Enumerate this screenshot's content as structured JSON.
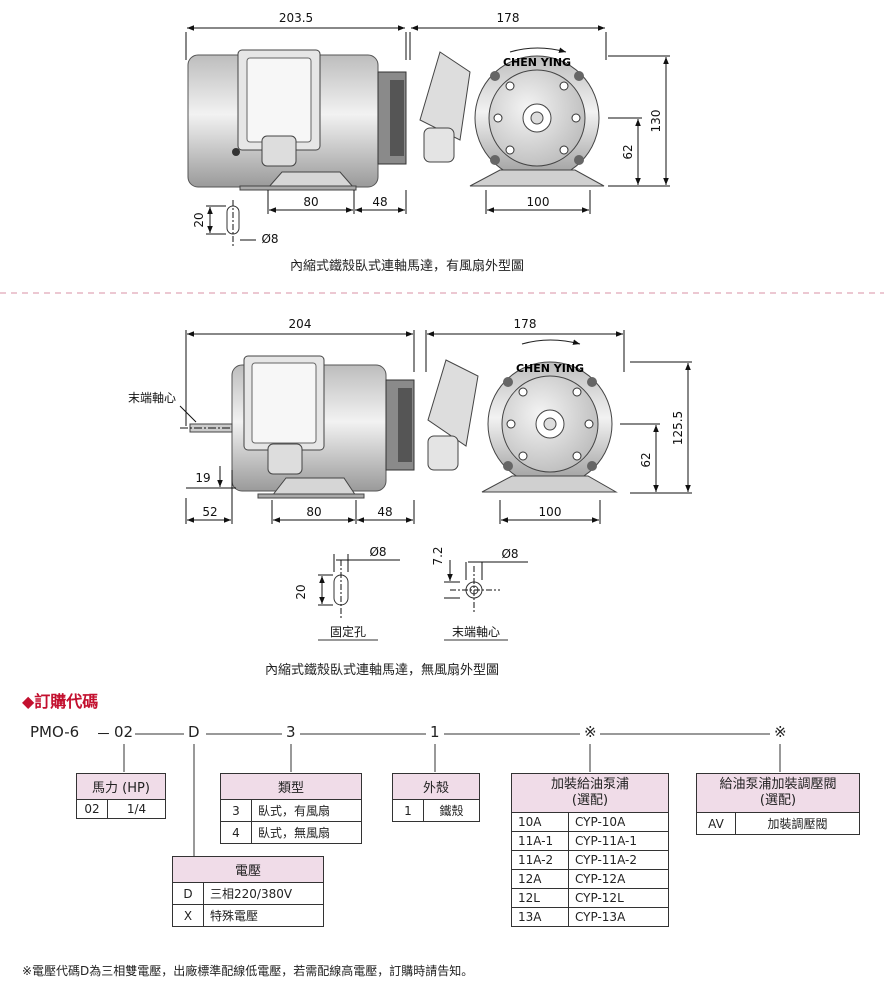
{
  "drawing1": {
    "dims": {
      "length": "203.5",
      "width": "178",
      "height": "130",
      "shaft": "62",
      "foot_a": "80",
      "foot_b": "48",
      "foot_w": "100",
      "slot_h": "20",
      "slot_d": "Ø8"
    },
    "brand": "CHEN YING",
    "caption": "內縮式鐵殼臥式連軸馬達，有風扇外型圖"
  },
  "drawing2": {
    "dims": {
      "length": "204",
      "width": "178",
      "height": "125.5",
      "shaft": "62",
      "rear": "52",
      "foot_a": "80",
      "foot_b": "48",
      "foot_w": "100",
      "shaft_h": "19"
    },
    "brand": "CHEN YING",
    "shaft_label": "末端軸心",
    "caption": "內縮式鐵殼臥式連軸馬達，無風扇外型圖"
  },
  "details": {
    "hole": {
      "d": "Ø8",
      "h": "20",
      "label": "固定孔"
    },
    "shaft": {
      "d": "Ø8",
      "h": "7.2",
      "label": "末端軸心"
    }
  },
  "order": {
    "title": "◆訂購代碼",
    "codes": [
      "PMO-6",
      "02",
      "D",
      "3",
      "1",
      "※",
      "※"
    ],
    "dash": "－",
    "hp": {
      "title": "馬力 (HP)",
      "rows": [
        [
          "02",
          "1/4"
        ]
      ]
    },
    "type": {
      "title": "類型",
      "rows": [
        [
          "3",
          "臥式，有風扇"
        ],
        [
          "4",
          "臥式，無風扇"
        ]
      ]
    },
    "shell": {
      "title": "外殼",
      "rows": [
        [
          "1",
          "鐵殼"
        ]
      ]
    },
    "pump": {
      "title": "加裝給油泵浦\n(選配)",
      "rows": [
        [
          "10A",
          "CYP-10A"
        ],
        [
          "11A-1",
          "CYP-11A-1"
        ],
        [
          "11A-2",
          "CYP-11A-2"
        ],
        [
          "12A",
          "CYP-12A"
        ],
        [
          "12L",
          "CYP-12L"
        ],
        [
          "13A",
          "CYP-13A"
        ]
      ]
    },
    "valve": {
      "title": "給油泵浦加裝調壓閥\n(選配)",
      "rows": [
        [
          "AV",
          "加裝調壓閥"
        ]
      ]
    },
    "voltage": {
      "title": "電壓",
      "rows": [
        [
          "D",
          "三相220/380V"
        ],
        [
          "X",
          "特殊電壓"
        ]
      ]
    }
  },
  "footnote": "※電壓代碼D為三相雙電壓，出廠標準配線低電壓，若需配線高電壓，訂購時請告知。",
  "colors": {
    "accent": "#c3102f",
    "header_bg": "#f0dce8",
    "dash": "#e0a6b8"
  }
}
